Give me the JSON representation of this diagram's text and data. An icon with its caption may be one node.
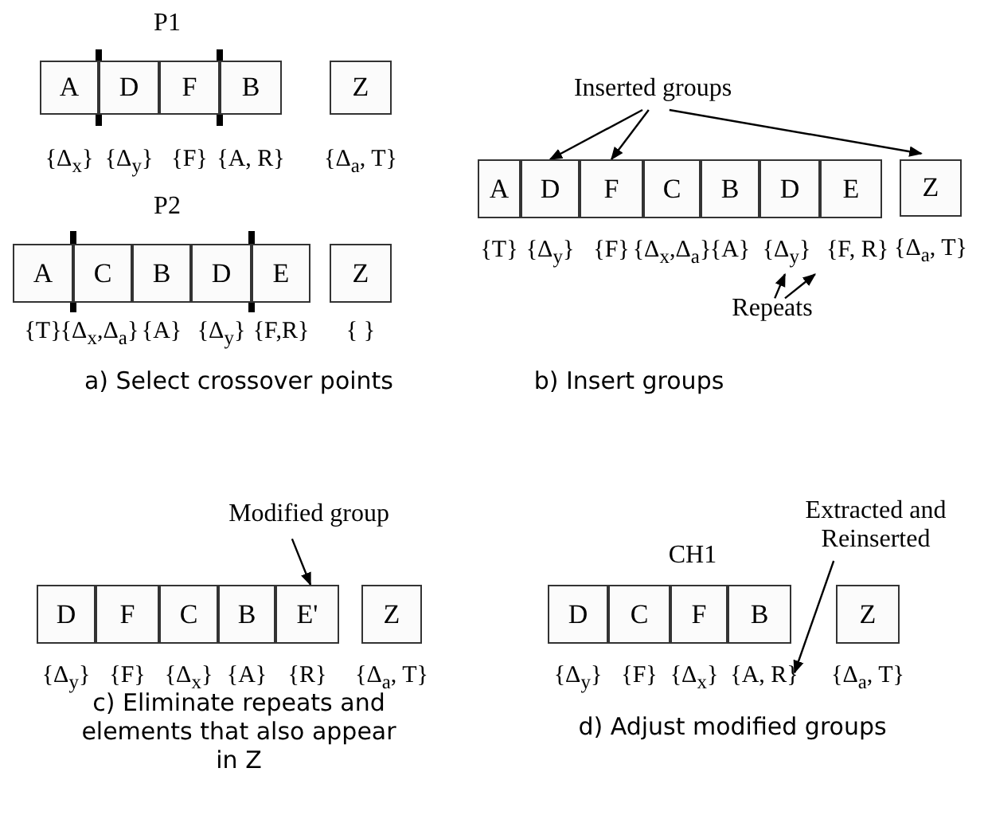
{
  "diagram": {
    "nodes": [
      {
        "text": [
          "A"
        ],
        "beside": [
          "{Δ$_{x}$}"
        ]
      },
      {
        "text": [
          "D"
        ],
        "beside": [
          "{Δ$_{y}$}"
        ]
      },
      {
        "text": [
          "F"
        ],
        "beside": [
          "{F}"
        ]
      },
      {
        "text": [
          "B"
        ],
        "beside": [
          "{A, R}"
        ]
      },
      {
        "text": [
          "Z"
        ],
        "beside": [
          "{Δ$_{a}$, T}"
        ]
      },
      {
        "text": [
          "A"
        ],
        "beside": [
          "{T}"
        ]
      },
      {
        "text": [
          "C"
        ],
        "beside": [
          "{Δ$_{x}$,Δ$_{a}$}"
        ]
      },
      {
        "text": [
          "B"
        ],
        "beside": [
          "{A}"
        ]
      },
      {
        "text": [
          "D"
        ],
        "beside": [
          "{Δ$_{y}$}"
        ]
      },
      {
        "text": [
          "E"
        ],
        "beside": [
          "{F,R}"
        ]
      },
      {
        "text": [
          "Z"
        ],
        "beside": [
          "{ }"
        ]
      },
      {
        "text": [
          "Inserted groups"
        ]
      },
      {
        "text": [
          "A"
        ],
        "beside": [
          "{T}"
        ]
      },
      {
        "text": [
          "D"
        ],
        "beside": [
          "{Δ$_{y}$}"
        ]
      },
      {
        "text": [
          "F"
        ],
        "beside": [
          "{F}"
        ]
      },
      {
        "text": [
          "C"
        ],
        "beside": [
          "{Δ$_{x}$,Δ$_{a}$}"
        ]
      },
      {
        "text": [
          "B"
        ],
        "beside": [
          "{A}"
        ]
      },
      {
        "text": [
          "D"
        ],
        "beside": [
          "{Δ$_{y}$}"
        ]
      },
      {
        "text": [
          "E"
        ],
        "beside": [
          "{F, R}"
        ]
      },
      {
        "text": [
          "Z"
        ],
        "beside": [
          "{Δ$_{a}$, T}"
        ]
      },
      {
        "text": [
          "Repeats"
        ]
      },
      {
        "text": [
          "Modified group"
        ]
      },
      {
        "text": [
          "D"
        ],
        "beside": [
          "{Δ$_{y}$}"
        ]
      },
      {
        "text": [
          "F"
        ],
        "beside": [
          "{F}"
        ]
      },
      {
        "text": [
          "C"
        ],
        "beside": [
          "{Δ$_{x}$}"
        ]
      },
      {
        "text": [
          "B"
        ],
        "beside": [
          "{A}"
        ]
      },
      {
        "text": [
          "E'"
        ],
        "beside": [
          "{R}"
        ]
      },
      {
        "text": [
          "Z"
        ],
        "beside": [
          "{Δ$_{a}$, T}"
        ]
      },
      {
        "text": [
          "Extracted and Reinserted"
        ]
      },
      {
        "text": [
          "D"
        ],
        "beside": [
          "{Δ$_{y}$}"
        ]
      },
      {
        "text": [
          "C"
        ],
        "beside": [
          "{F}"
        ]
      },
      {
        "text": [
          "F"
        ],
        "beside": [
          "{Δ$_{x}$}"
        ]
      },
      {
        "text": [
          "B"
        ],
        "beside": [
          "{A, R}"
        ]
      },
      {
        "text": [
          "Z"
        ],
        "beside": [
          "{Δ$_{a}$, T}"
        ]
      }
    ],
    "edges": [
      {
        "from": 11,
        "to": 13,
        "arrow": "to"
      },
      {
        "from": 11,
        "to": 14,
        "arrow": "to"
      },
      {
        "from": 11,
        "to": 19,
        "arrow": "to"
      },
      {
        "from": 20,
        "to": 17,
        "arrow": "to"
      },
      {
        "from": 20,
        "to": 18,
        "arrow": "to"
      },
      {
        "from": 21,
        "to": 26,
        "arrow": "to"
      },
      {
        "from": 28,
        "to": 32,
        "arrow": "to"
      }
    ],
    "labels": [
      "P1",
      "P2",
      "a) Select crossover points",
      "b) Insert groups",
      "c) Eliminate repeats and elements that also appear in Z",
      "CH1",
      "d) Adjust modified groups"
    ]
  }
}
